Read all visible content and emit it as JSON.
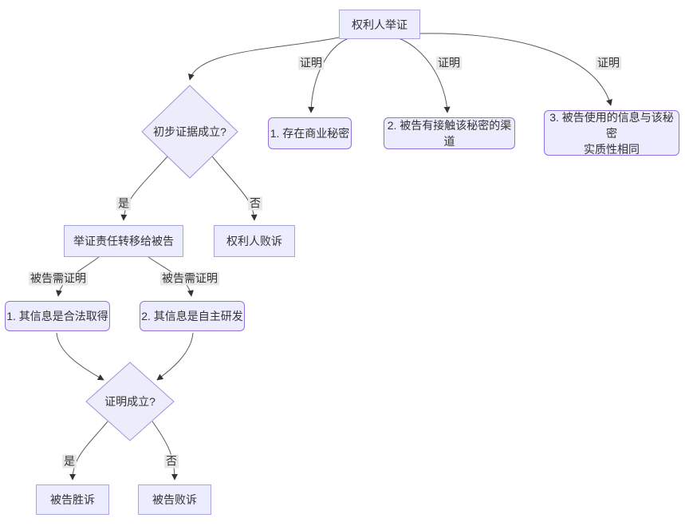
{
  "diagram": {
    "type": "flowchart",
    "language": "zh",
    "colors": {
      "node_fill": "#ECECFF",
      "node_border": "#9370DB",
      "rect_border": "#aaa3e1",
      "edge_line": "#5a5a5a",
      "edge_label_bg": "#e8e8e8",
      "text": "#333333"
    },
    "nodes": {
      "start": {
        "label": "权利人举证",
        "shape": "rect"
      },
      "d1": {
        "label": "初步证据成立?",
        "shape": "diamond"
      },
      "p1": {
        "label": "1. 存在商业秘密",
        "shape": "round"
      },
      "p2": {
        "label": "2. 被告有接触该秘密的渠道",
        "shape": "round"
      },
      "p3": {
        "label": "3. 被告使用的信息与该秘密实质性相同",
        "line1": "3. 被告使用的信息与该秘密",
        "line2": "实质性相同",
        "shape": "round"
      },
      "shift": {
        "label": "举证责任转移给被告",
        "shape": "rect"
      },
      "lose1": {
        "label": "权利人败诉",
        "shape": "rect"
      },
      "def1": {
        "label": "1. 其信息是合法取得",
        "shape": "round"
      },
      "def2": {
        "label": "2. 其信息是自主研发",
        "shape": "round"
      },
      "d2": {
        "label": "证明成立?",
        "shape": "diamond"
      },
      "win": {
        "label": "被告胜诉",
        "shape": "rect"
      },
      "lose2": {
        "label": "被告败诉",
        "shape": "rect"
      }
    },
    "edge_labels": {
      "prove1": "证明",
      "prove2": "证明",
      "prove3": "证明",
      "yes1": "是",
      "no1": "否",
      "must1": "被告需证明",
      "must2": "被告需证明",
      "yes2": "是",
      "no2": "否"
    },
    "edges": [
      {
        "from": "start",
        "to": "d1",
        "label": ""
      },
      {
        "from": "start",
        "to": "p1",
        "label": "证明"
      },
      {
        "from": "start",
        "to": "p2",
        "label": "证明"
      },
      {
        "from": "start",
        "to": "p3",
        "label": "证明"
      },
      {
        "from": "d1",
        "to": "shift",
        "label": "是"
      },
      {
        "from": "d1",
        "to": "lose1",
        "label": "否"
      },
      {
        "from": "shift",
        "to": "def1",
        "label": "被告需证明"
      },
      {
        "from": "shift",
        "to": "def2",
        "label": "被告需证明"
      },
      {
        "from": "def1",
        "to": "d2",
        "label": ""
      },
      {
        "from": "def2",
        "to": "d2",
        "label": ""
      },
      {
        "from": "d2",
        "to": "win",
        "label": "是"
      },
      {
        "from": "d2",
        "to": "lose2",
        "label": "否"
      }
    ]
  }
}
